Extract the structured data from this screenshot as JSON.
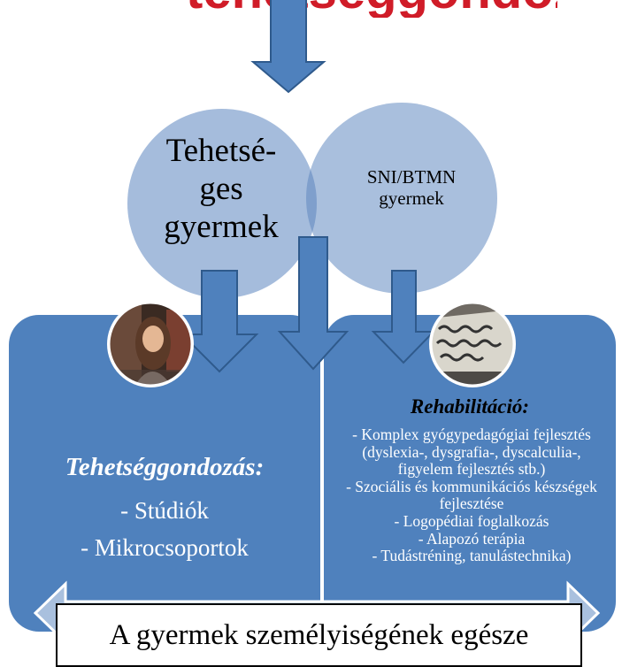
{
  "title_fragment": "tehetséggondozás",
  "circles": {
    "left": {
      "lines": [
        "Tehetsé-",
        "ges",
        "gyermek"
      ]
    },
    "right": {
      "lines": [
        "SNI/BTMN",
        "gyermek"
      ]
    }
  },
  "left_panel": {
    "photo_icon": "child-photo-icon",
    "heading": "Tehetséggondozás:",
    "items": [
      "- Stúdiók",
      "- Mikrocsoportok"
    ]
  },
  "right_panel": {
    "photo_icon": "handwritten-sign-photo-icon",
    "heading": "Rehabilitáció:",
    "items": [
      "- Komplex gyógypedagógiai fejlesztés (dyslexia-, dysgrafia-, dyscalculia-, figyelem fejlesztés stb.)",
      "- Szociális és kommunikációs készségek fejlesztése",
      "- Logopédiai foglalkozás",
      "- Alapozó terápia",
      "- Tudástréning, tanulástechnika)"
    ]
  },
  "bottom_label": "A gyermek személyiségének egésze",
  "colors": {
    "panel": "#4f81bd",
    "circle_left": "#a5bcdc",
    "circle_right": "#a9bfdd",
    "overlap": "#7f9fcc",
    "arrow": "#4f81bd",
    "arrow_stroke": "#2f5a8c",
    "title": "#d01c28"
  }
}
